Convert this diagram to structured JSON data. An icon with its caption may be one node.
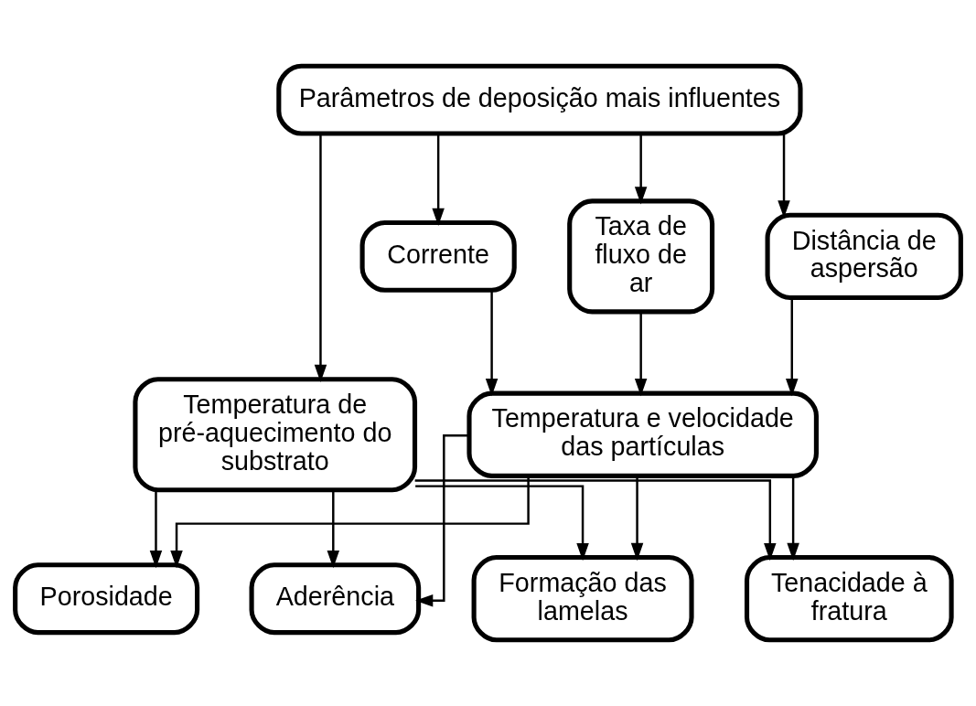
{
  "diagram": {
    "nodes": [
      {
        "text": [
          "Parâmetros de deposição mais influentes"
        ]
      },
      {
        "text": [
          "Corrente"
        ]
      },
      {
        "text": [
          "Taxa de fluxo de ar"
        ]
      },
      {
        "text": [
          "Distância de aspersão"
        ]
      },
      {
        "text": [
          "Temperatura de pré-aquecimento do substrato"
        ]
      },
      {
        "text": [
          "Temperatura e velocidade das partículas"
        ]
      },
      {
        "text": [
          "Formação das lamelas"
        ]
      },
      {
        "text": [
          "Tenacidade à fratura"
        ]
      },
      {
        "text": [
          "Porosidade"
        ]
      },
      {
        "text": [
          "Aderência"
        ]
      }
    ],
    "edges": [
      {
        "from": 0,
        "to": 1,
        "arrow": "to"
      },
      {
        "from": 0,
        "to": 2,
        "arrow": "to"
      },
      {
        "from": 0,
        "to": 3,
        "arrow": "to"
      },
      {
        "from": 0,
        "to": 4,
        "arrow": "to"
      },
      {
        "from": 1,
        "to": 5,
        "arrow": "to"
      },
      {
        "from": 2,
        "to": 5,
        "arrow": "to"
      },
      {
        "from": 3,
        "to": 5,
        "arrow": "to"
      },
      {
        "from": 5,
        "to": 6,
        "arrow": "to"
      },
      {
        "from": 5,
        "to": 7,
        "arrow": "to"
      },
      {
        "from": 5,
        "to": 8,
        "arrow": "to"
      },
      {
        "from": 5,
        "to": 9,
        "arrow": "to"
      },
      {
        "from": 4,
        "to": 6,
        "arrow": "to"
      },
      {
        "from": 4,
        "to": 7,
        "arrow": "to"
      },
      {
        "from": 4,
        "to": 8,
        "arrow": "to"
      },
      {
        "from": 4,
        "to": 9,
        "arrow": "to"
      }
    ]
  }
}
